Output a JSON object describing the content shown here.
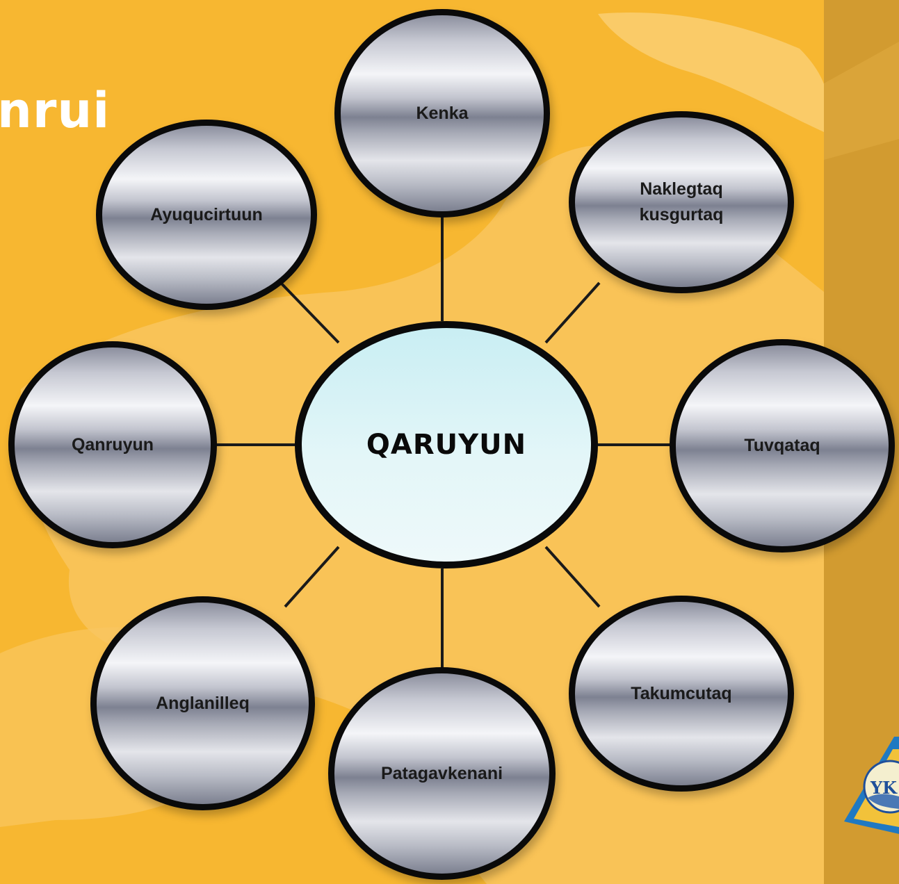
{
  "title_fragment": "nrui",
  "center": {
    "label": "QARUYUN"
  },
  "nodes": [
    {
      "id": "kenka",
      "label": "Kenka"
    },
    {
      "id": "naklegtaq",
      "label": "Naklegtaq kusgurtaq"
    },
    {
      "id": "tuvqataq",
      "label": "Tuvqataq"
    },
    {
      "id": "takumcutaq",
      "label": "Takumcutaq"
    },
    {
      "id": "patagavkenani",
      "label": "Patagavkenani"
    },
    {
      "id": "anglanilleq",
      "label": "Anglanilleq"
    },
    {
      "id": "qanruyun",
      "label": "Qanruyun"
    },
    {
      "id": "ayuqucirtuun",
      "label": "Ayuqucirtuun"
    }
  ],
  "logo": {
    "text": "YK"
  },
  "colors": {
    "background": "#f7b731",
    "panel": "#d29b30",
    "node_border": "#0a0a0a",
    "center_fill": "#d6f1f5"
  }
}
